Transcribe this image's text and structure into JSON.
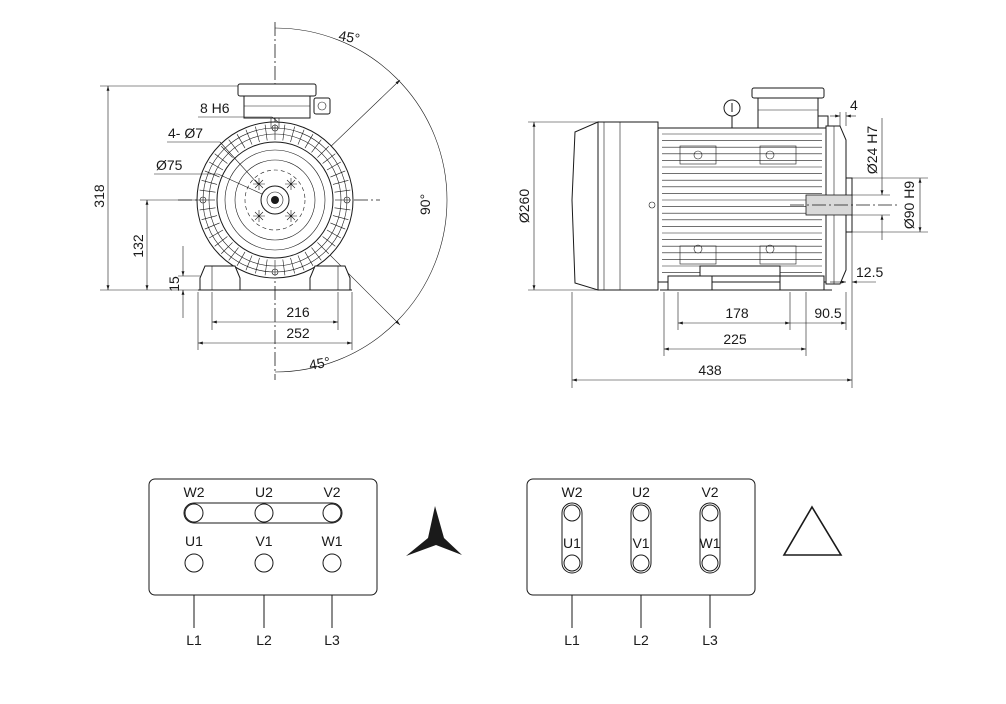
{
  "front_view": {
    "dim_318": "318",
    "dim_132": "132",
    "dim_15": "15",
    "dim_216": "216",
    "dim_252": "252",
    "label_8h6": "8 H6",
    "label_4x7": "4- Ø7",
    "label_d75": "Ø75",
    "angle_top": "45°",
    "angle_mid": "90°",
    "angle_bottom": "45°"
  },
  "side_view": {
    "dim_d260": "Ø260",
    "dim_4": "4",
    "dim_d24": "Ø24 H7",
    "dim_d90": "Ø90 H9",
    "dim_12_5": "12.5",
    "dim_178": "178",
    "dim_90_5": "90.5",
    "dim_225": "225",
    "dim_438": "438"
  },
  "star_box": {
    "top_labels": [
      "W2",
      "U2",
      "V2"
    ],
    "mid_labels": [
      "U1",
      "V1",
      "W1"
    ],
    "line_labels": [
      "L1",
      "L2",
      "L3"
    ],
    "symbol": "star"
  },
  "delta_box": {
    "top_labels": [
      "W2",
      "U2",
      "V2"
    ],
    "mid_labels": [
      "U1",
      "V1",
      "W1"
    ],
    "line_labels": [
      "L1",
      "L2",
      "L3"
    ],
    "symbol": "delta"
  }
}
